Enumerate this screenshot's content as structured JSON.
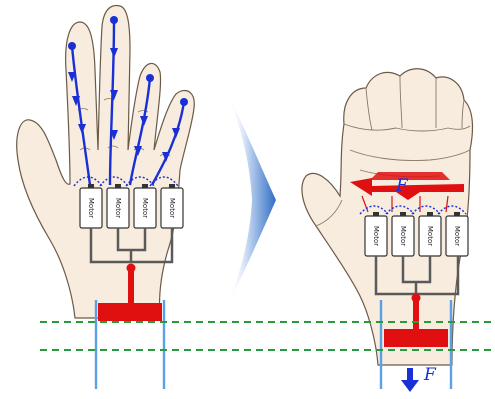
{
  "figure": {
    "labels": {
      "motor": "Motor",
      "force": "F"
    },
    "left_panel": {
      "state": "open hand",
      "motor_labels": [
        "Motor",
        "Motor",
        "Motor",
        "Motor"
      ]
    },
    "right_panel": {
      "state": "grasping hand",
      "motor_labels": [
        "Motor",
        "Motor",
        "Motor",
        "Motor"
      ]
    },
    "colors": {
      "tendon": "#1a2fd6",
      "actuator": "#e01010",
      "guide_rail": "#5aa0e6",
      "reference_line": "#2a9a3a",
      "hand_skin": "#f7ecdd",
      "hand_outline": "#6b5a48",
      "wiring": "#5a5a5a",
      "transition_arrow": "#4a80c8"
    }
  }
}
